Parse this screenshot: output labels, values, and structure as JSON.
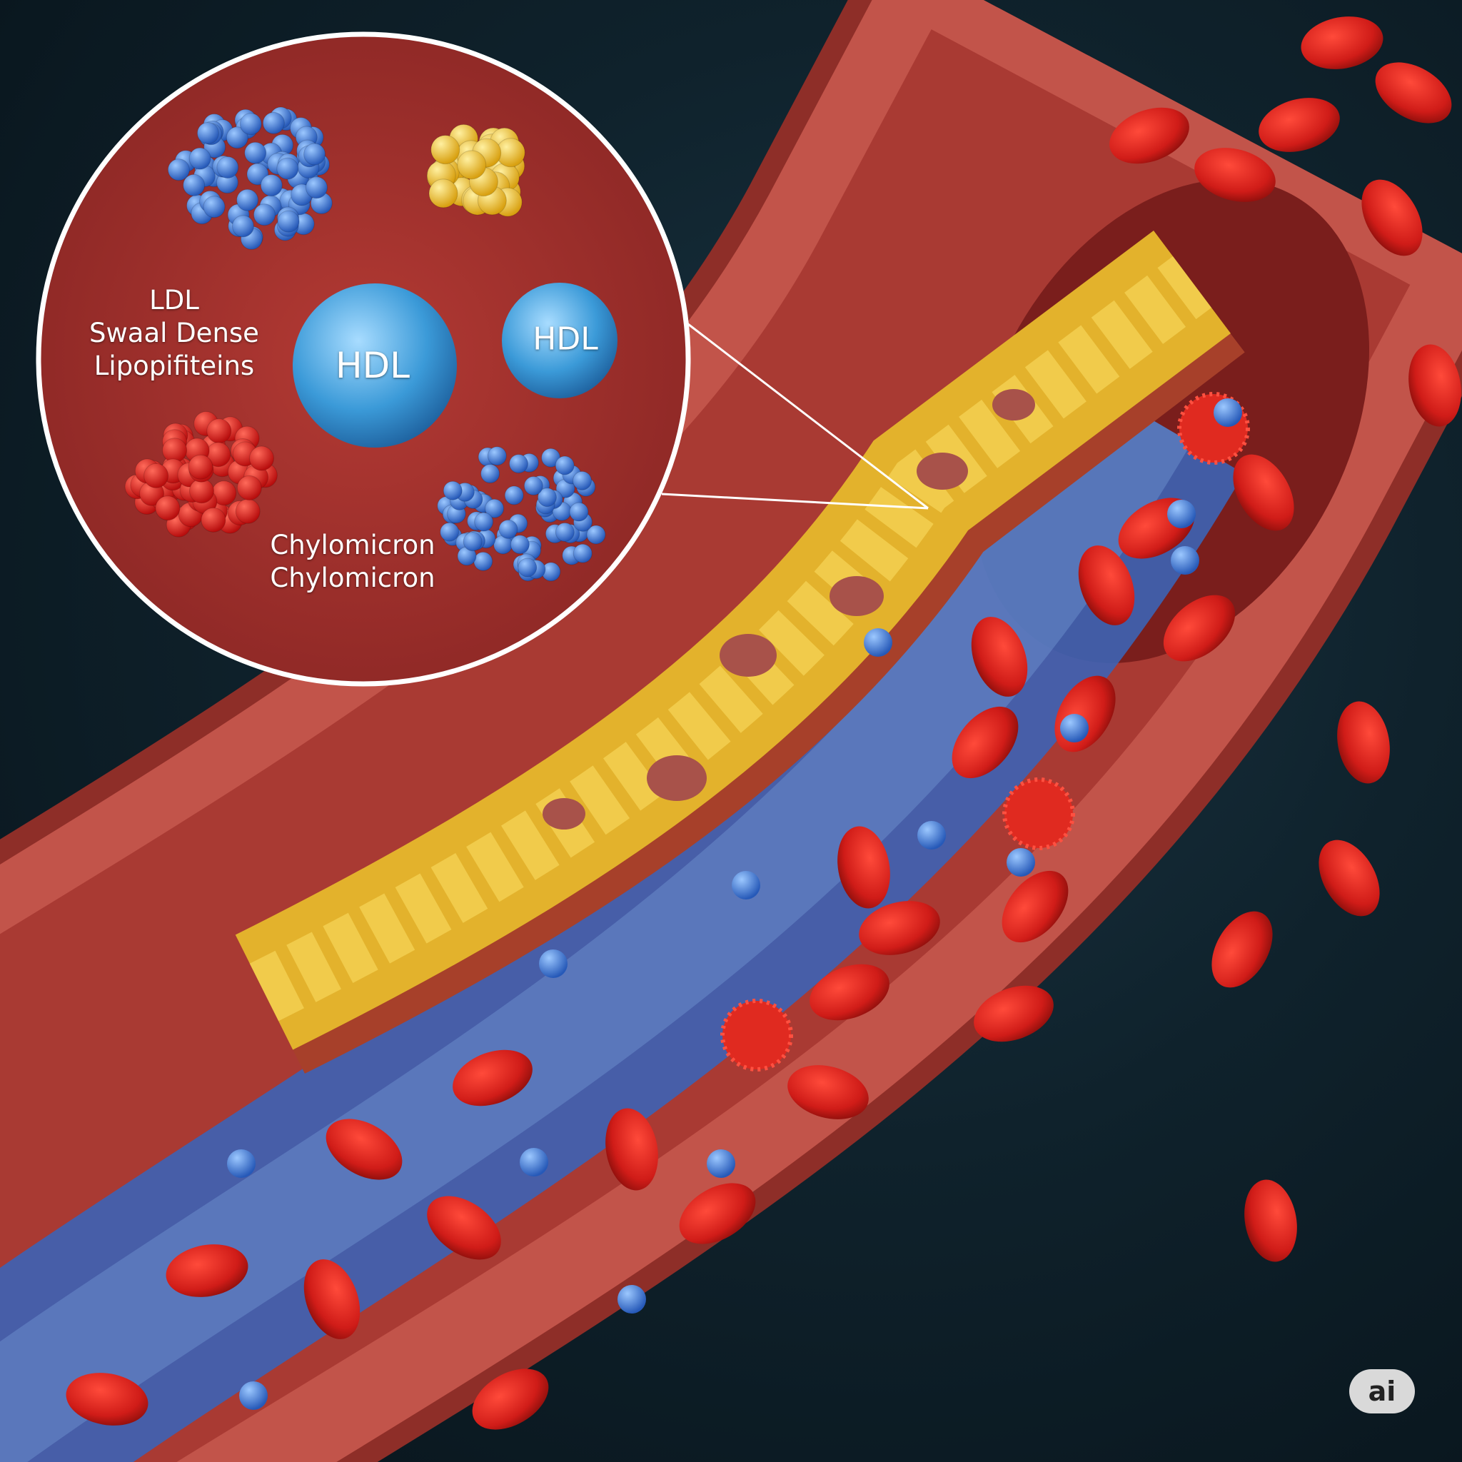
{
  "inset": {
    "ldl_label": [
      "LDL",
      "Swaal Dense",
      "Lipopifiteins"
    ],
    "hdl_large_label": "HDL",
    "hdl_small_label": "HDL",
    "chylomicron_label": [
      "Chylomicron",
      "Chylomicron"
    ]
  },
  "badge": {
    "label": "ai"
  },
  "colors": {
    "vessel": "#b5473d",
    "plaque": "#e8b830",
    "lumen": "#3f66b8",
    "rbc": "#d8201c",
    "hdl": "#3b9ad8"
  }
}
